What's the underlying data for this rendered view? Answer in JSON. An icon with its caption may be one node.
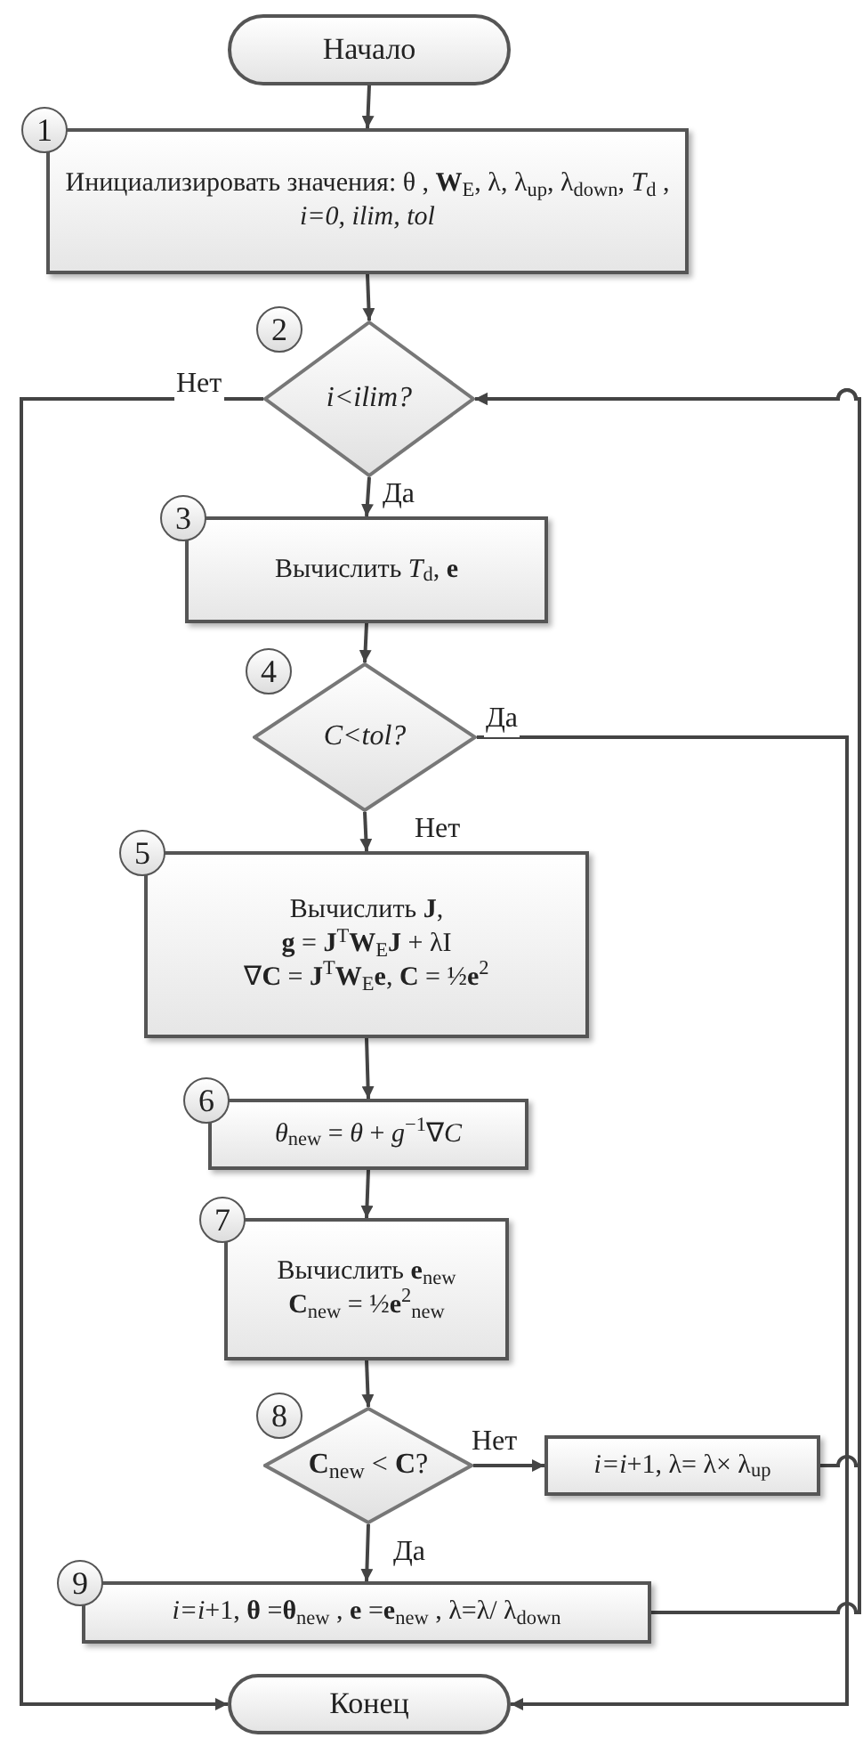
{
  "diagram": {
    "nodes": [
      {
        "text": [
          "Начало"
        ]
      },
      {
        "text": [
          "Инициализировать значения: θ , **W**$_{E}$, λ, λ$_{up}$, λ$_{down}$, *T*$_{d}$ , *i=0, ilim, tol*"
        ],
        "beside": [
          "1"
        ]
      },
      {
        "text": [
          "*i<ilim?*"
        ],
        "beside": [
          "2"
        ]
      },
      {
        "text": [
          "Вычислить *T*$_{d}$, **e**"
        ],
        "beside": [
          "3"
        ]
      },
      {
        "text": [
          "*C<tol?*"
        ],
        "beside": [
          "4"
        ]
      },
      {
        "text": [
          "Вычислить **J**,",
          "**g** = **J**$^{T}$**W**$_{E}$**J** + λI",
          "∇**C** = **J**$^{T}$**W**$_{E}$**e**, **C** = ½**e**$^{2}$"
        ],
        "beside": [
          "5"
        ]
      },
      {
        "text": [
          "*θ*$_{new}$ = *θ* + *g*$^{−1}$∇*C*"
        ],
        "beside": [
          "6"
        ]
      },
      {
        "text": [
          "Вычислить **e**$_{new}$",
          "**C**$_{new}$ = ½**e**$^{2}$$_{new}$"
        ],
        "beside": [
          "7"
        ]
      },
      {
        "text": [
          "**C**$_{new}$ < **C**?"
        ],
        "beside": [
          "8"
        ]
      },
      {
        "text": [
          "*i=i*+1, λ= λ× λ$_{up}$"
        ]
      },
      {
        "text": [
          "*i=i*+1, **θ** =**θ**$_{new}$ , **e** =**e**$_{new}$ , λ=λ/ λ$_{down}$"
        ],
        "beside": [
          "9"
        ]
      },
      {
        "text": [
          "Конец"
        ]
      }
    ],
    "edges": [
      {
        "from": 0,
        "to": 1,
        "arrow": "to"
      },
      {
        "from": 1,
        "to": 2,
        "arrow": "to"
      },
      {
        "from": 2,
        "to": 3,
        "arrow": "to",
        "label": "Да"
      },
      {
        "from": 2,
        "to": 11,
        "arrow": "to",
        "label": "Нет"
      },
      {
        "from": 3,
        "to": 4,
        "arrow": "to"
      },
      {
        "from": 4,
        "to": 11,
        "arrow": "to",
        "label": "Да"
      },
      {
        "from": 4,
        "to": 5,
        "arrow": "to",
        "label": "Нет"
      },
      {
        "from": 5,
        "to": 6,
        "arrow": "to"
      },
      {
        "from": 6,
        "to": 7,
        "arrow": "to"
      },
      {
        "from": 7,
        "to": 8,
        "arrow": "to"
      },
      {
        "from": 8,
        "to": 9,
        "arrow": "to",
        "label": "Нет"
      },
      {
        "from": 8,
        "to": 10,
        "arrow": "to",
        "label": "Да"
      },
      {
        "from": 9,
        "to": 2,
        "arrow": "to"
      },
      {
        "from": 10,
        "to": 2,
        "arrow": "to"
      }
    ]
  }
}
